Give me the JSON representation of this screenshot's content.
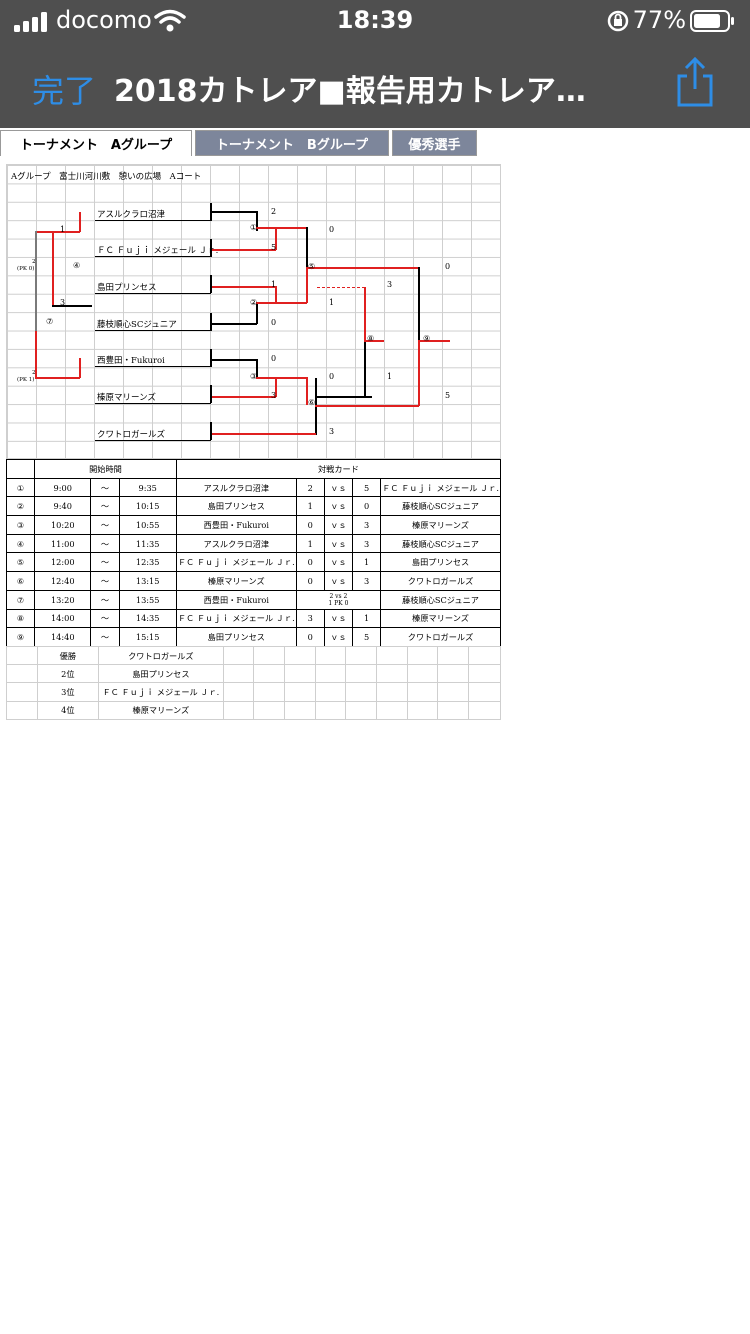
{
  "status_bar": {
    "carrier": "docomo",
    "time": "18:39",
    "battery": "77%"
  },
  "nav": {
    "done": "完了",
    "title": "2018カトレア■報告用カトレア…"
  },
  "tabs": [
    {
      "label": "トーナメント　Aグループ",
      "active": true
    },
    {
      "label": "トーナメント　Bグループ",
      "active": false
    },
    {
      "label": "優秀選手",
      "active": false
    }
  ],
  "header": {
    "title": "Aグループ　富士川河川敷　憩いの広場　Aコート"
  },
  "bracket": {
    "teams": [
      "アスルクラロ沼津",
      "ＦＣ Ｆｕｊｉ メジェール Ｊｒ.",
      "島田プリンセス",
      "藤枝順心SCジュニア",
      "西豊田・Fukuroi",
      "榛原マリーンズ",
      "クワトロガールズ"
    ],
    "match_marks": [
      "①",
      "②",
      "③",
      "④",
      "⑤",
      "⑥",
      "⑦",
      "⑧",
      "⑨"
    ],
    "scores": {
      "m1_a": "2",
      "m1_b": "5",
      "m2_a": "1",
      "m2_b": "0",
      "m3_a": "0",
      "m3_b": "3",
      "m5_a": "0",
      "m5_b": "1",
      "m6_a": "0",
      "m6_b": "3",
      "m4_a": "1",
      "m4_b": "3",
      "m8_a": "3",
      "m8_b": "1",
      "m9_a": "0",
      "m9_b": "5",
      "m7_top_score": "2",
      "m7_top_pk": "(PK 0)",
      "m7_mid_score": "3",
      "m7_left_score": "1",
      "m7_bot_score": "2",
      "m7_bot_pk": "(PK 1)"
    }
  },
  "schedule": {
    "headers": {
      "no": "",
      "time": "開始時間",
      "match": "対戦カード"
    },
    "rows": [
      {
        "no": "①",
        "start": "9:00",
        "tilde": "〜",
        "end": "9:35",
        "home": "アスルクラロ沼津",
        "hs": "2",
        "vs": "ｖｓ",
        "as": "5",
        "away": "ＦＣ Ｆｕｊｉ メジェール Ｊｒ."
      },
      {
        "no": "②",
        "start": "9:40",
        "tilde": "〜",
        "end": "10:15",
        "home": "島田プリンセス",
        "hs": "1",
        "vs": "ｖｓ",
        "as": "0",
        "away": "藤枝順心SCジュニア"
      },
      {
        "no": "③",
        "start": "10:20",
        "tilde": "〜",
        "end": "10:55",
        "home": "西豊田・Fukuroi",
        "hs": "0",
        "vs": "ｖｓ",
        "as": "3",
        "away": "榛原マリーンズ"
      },
      {
        "no": "④",
        "start": "11:00",
        "tilde": "〜",
        "end": "11:35",
        "home": "アスルクラロ沼津",
        "hs": "1",
        "vs": "ｖｓ",
        "as": "3",
        "away": "藤枝順心SCジュニア"
      },
      {
        "no": "⑤",
        "start": "12:00",
        "tilde": "〜",
        "end": "12:35",
        "home": "ＦＣ Ｆｕｊｉ メジェール Ｊｒ.",
        "hs": "0",
        "vs": "ｖｓ",
        "as": "1",
        "away": "島田プリンセス"
      },
      {
        "no": "⑥",
        "start": "12:40",
        "tilde": "〜",
        "end": "13:15",
        "home": "榛原マリーンズ",
        "hs": "0",
        "vs": "ｖｓ",
        "as": "3",
        "away": "クワトロガールズ"
      },
      {
        "no": "⑦",
        "start": "13:20",
        "tilde": "〜",
        "end": "13:55",
        "home": "西豊田・Fukuroi",
        "special_1": "2 vs 2",
        "special_2": "1 PK 0",
        "away": "藤枝順心SCジュニア"
      },
      {
        "no": "⑧",
        "start": "14:00",
        "tilde": "〜",
        "end": "14:35",
        "home": "ＦＣ Ｆｕｊｉ メジェール Ｊｒ.",
        "hs": "3",
        "vs": "ｖｓ",
        "as": "1",
        "away": "榛原マリーンズ"
      },
      {
        "no": "⑨",
        "start": "14:40",
        "tilde": "〜",
        "end": "15:15",
        "home": "島田プリンセス",
        "hs": "0",
        "vs": "ｖｓ",
        "as": "5",
        "away": "クワトロガールズ"
      }
    ]
  },
  "ranking": [
    {
      "place": "優勝",
      "team": "クワトロガールズ"
    },
    {
      "place": "2位",
      "team": "島田プリンセス"
    },
    {
      "place": "3位",
      "team": "ＦＣ Ｆｕｊｉ メジェール Ｊｒ."
    },
    {
      "place": "4位",
      "team": "榛原マリーンズ"
    }
  ],
  "colors": {
    "nav_bg": "#4f4f4f",
    "accent": "#2e8de6",
    "tab_inactive": "#7d869b",
    "winner_line": "#e02020"
  }
}
